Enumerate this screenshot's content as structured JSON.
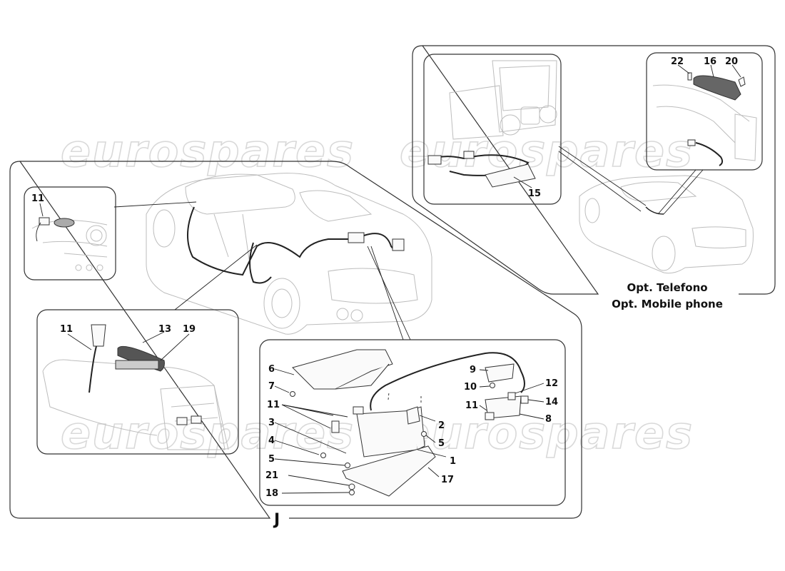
{
  "watermark": "eurospares",
  "group_letter": "J",
  "phone_option": {
    "caption_it": "Opt. Telefono",
    "caption_en": "Opt. Mobile phone"
  },
  "callouts": {
    "c1": "1",
    "c2": "2",
    "c3": "3",
    "c4": "4",
    "c5a": "5",
    "c5b": "5",
    "c6": "6",
    "c7": "7",
    "c8": "8",
    "c9": "9",
    "c10": "10",
    "c11_inset1": "11",
    "c11_inset2": "11",
    "c11_main": "11",
    "c11_right": "11",
    "c12": "12",
    "c13": "13",
    "c14": "14",
    "c15": "15",
    "c16": "16",
    "c17": "17",
    "c18": "18",
    "c19": "19",
    "c20": "20",
    "c21": "21",
    "c22": "22"
  }
}
